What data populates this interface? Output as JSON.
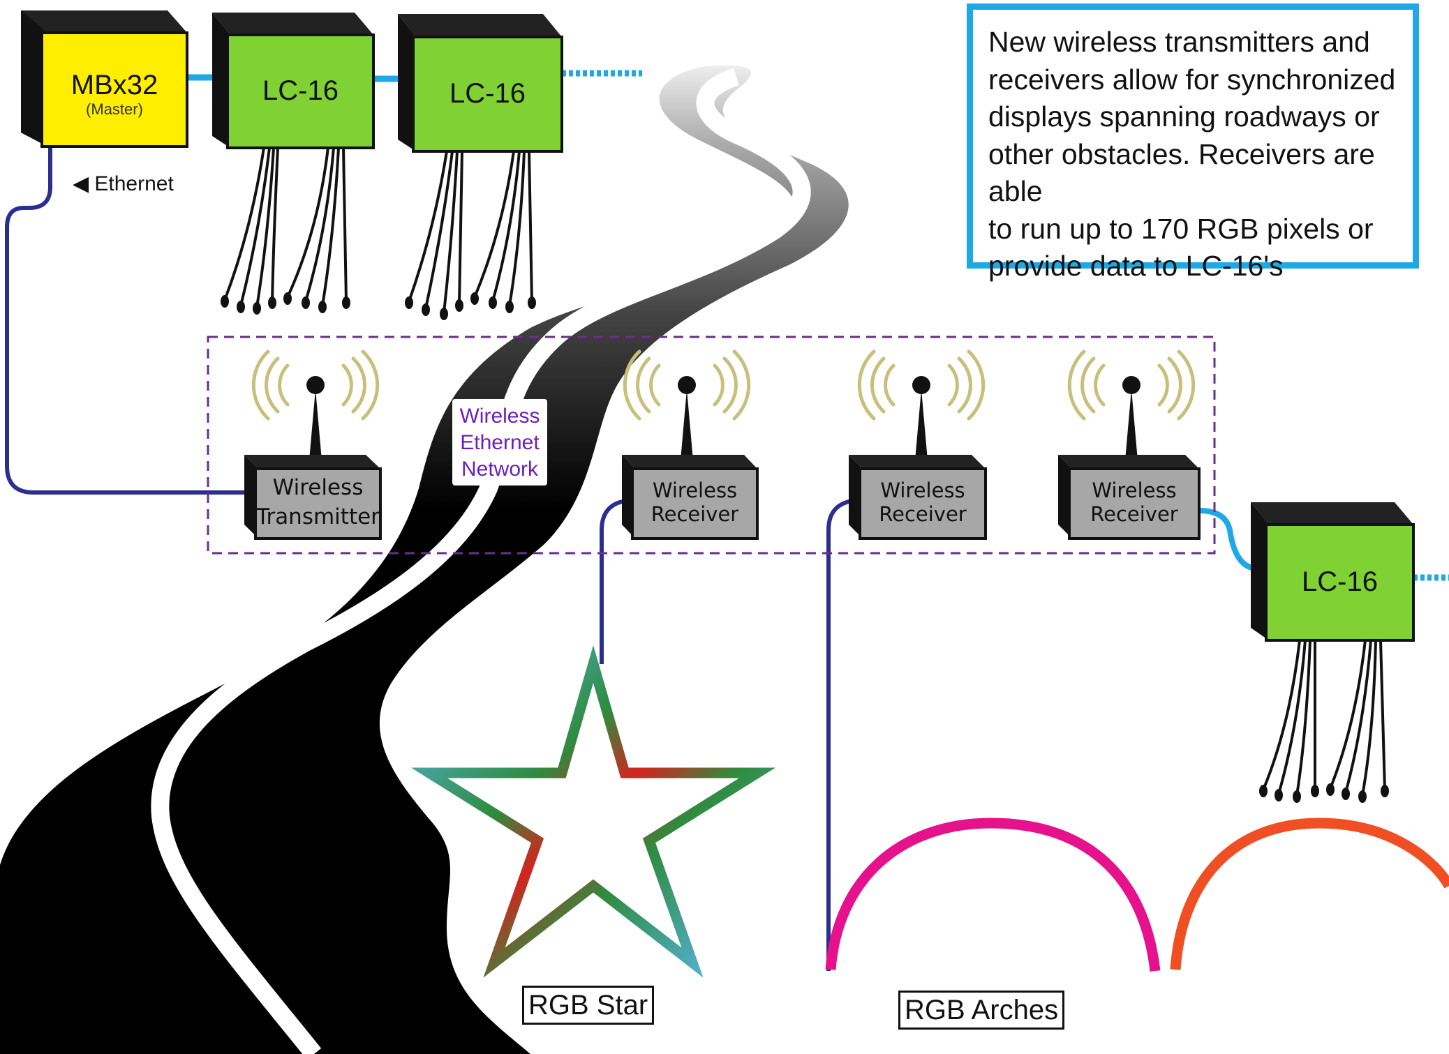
{
  "info_box": {
    "text_lines": [
      "New wireless transmitters and",
      "receivers allow for synchronized",
      "displays spanning roadways or",
      "other obstacles. Receivers are able",
      "to run up to 170 RGB pixels or",
      "provide data to LC-16's"
    ]
  },
  "master": {
    "label": "MBx32",
    "sublabel": "(Master)"
  },
  "controllers": [
    {
      "label": "LC-16"
    },
    {
      "label": "LC-16"
    },
    {
      "label": "LC-16"
    }
  ],
  "ethernet_label": "◀ Ethernet",
  "network_label": [
    "Wireless",
    "Ethernet",
    "Network"
  ],
  "transmitter": {
    "line1": "Wireless",
    "line2": "Transmitter"
  },
  "receivers": [
    {
      "line1": "Wireless",
      "line2": "Receiver"
    },
    {
      "line1": "Wireless",
      "line2": "Receiver"
    },
    {
      "line1": "Wireless",
      "line2": "Receiver"
    }
  ],
  "captions": {
    "star": "RGB Star",
    "arches": "RGB Arches"
  },
  "colors": {
    "master_yellow": "#ffee00",
    "controller_green": "#7fd134",
    "device_gray": "#a7a7a7",
    "ethernet_blue": "#1ea9e6",
    "cable_navy": "#2a2f8f",
    "signal_waves": "#c8c07a",
    "network_purple": "#6a1fc2",
    "arch_pink": "#e6128c",
    "arch_orange": "#f04e23",
    "star_blue": "#5cb7ea",
    "star_green": "#2e8b3e",
    "star_red": "#d4231e"
  }
}
